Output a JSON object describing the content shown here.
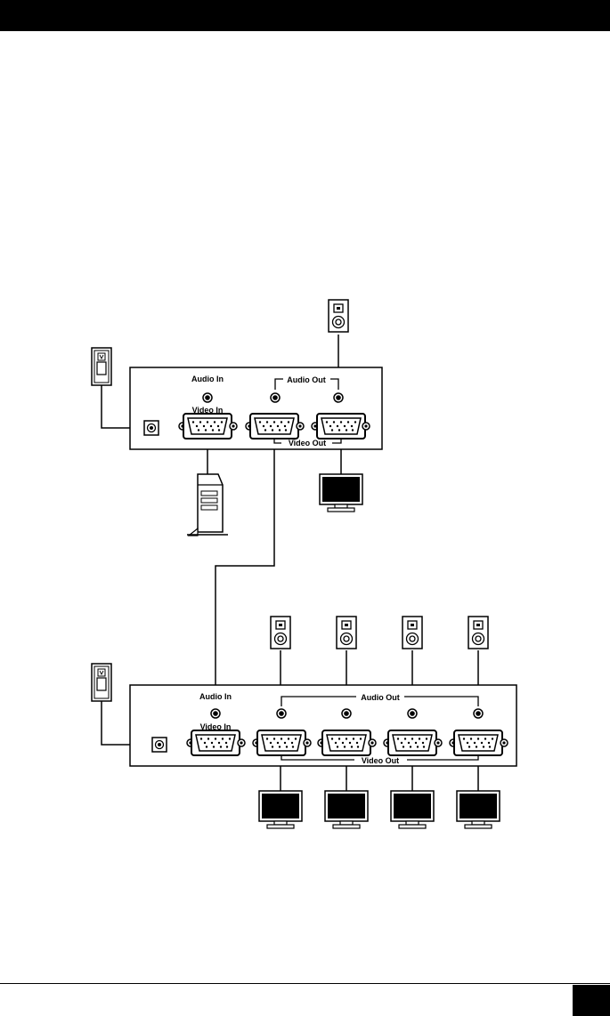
{
  "splitter_2port": {
    "audio_in_label": "Audio In",
    "audio_out_label": "Audio Out",
    "video_in_label": "Video In",
    "video_out_label": "Video Out"
  },
  "splitter_4port": {
    "audio_in_label": "Audio In",
    "audio_out_label": "Audio Out",
    "video_in_label": "Video In",
    "video_out_label": "Video Out"
  },
  "colors": {
    "line": "#000000",
    "background": "#ffffff"
  }
}
